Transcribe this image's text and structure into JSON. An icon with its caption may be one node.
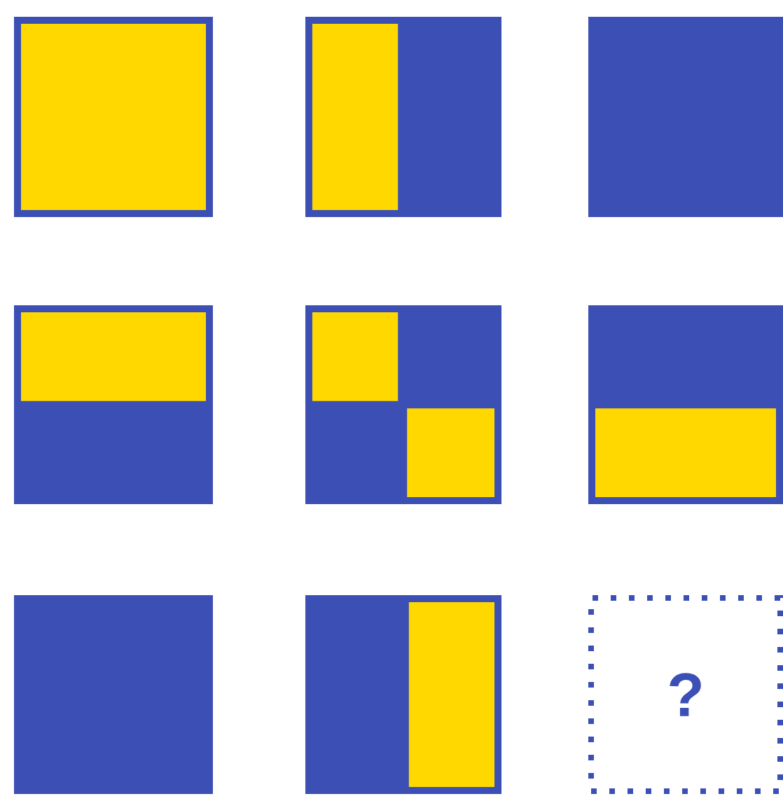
{
  "diagram": {
    "nodes": [
      {
        "text": [],
        "shape": "box"
      },
      {
        "text": [],
        "shape": "box"
      },
      {
        "text": [],
        "shape": "box"
      },
      {
        "text": [],
        "shape": "box"
      },
      {
        "text": [],
        "shape": "box"
      },
      {
        "text": [],
        "shape": "box"
      },
      {
        "text": [],
        "shape": "box"
      },
      {
        "text": [],
        "shape": "box"
      },
      {
        "text": [
          "?"
        ]
      }
    ]
  }
}
